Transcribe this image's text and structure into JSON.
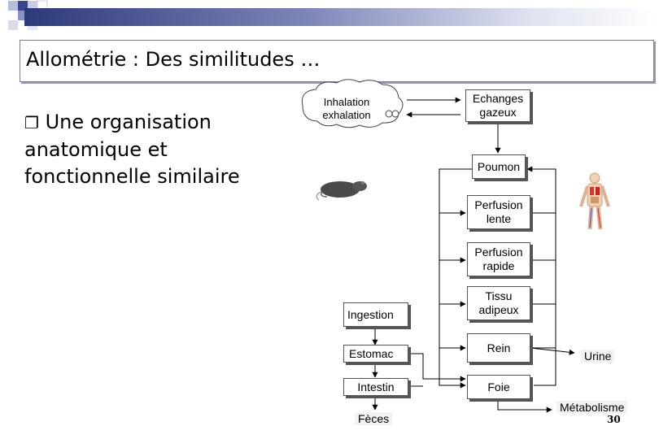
{
  "title": "Allométrie : Des similitudes …",
  "bullet": {
    "icon": "checkbox-bullet-icon",
    "text": "Une organisation anatomique et fonctionnelle similaire"
  },
  "diagram": {
    "cloud_text": "Inhalation exhalation",
    "echanges": "Echanges gazeux",
    "poumon": "Poumon",
    "perfusion_lente": "Perfusion lente",
    "perfusion_rapide": "Perfusion rapide",
    "tissu_adipeux": "Tissu adipeux",
    "rein": "Rein",
    "foie": "Foie",
    "ingestion": "Ingestion",
    "estomac": "Estomac",
    "intestin": "Intestin",
    "feces": "Fèces",
    "urine": "Urine",
    "metabolisme": "Métabolisme",
    "icons": [
      "rat-icon",
      "human-anatomy-icon"
    ]
  },
  "slide_number": "30"
}
